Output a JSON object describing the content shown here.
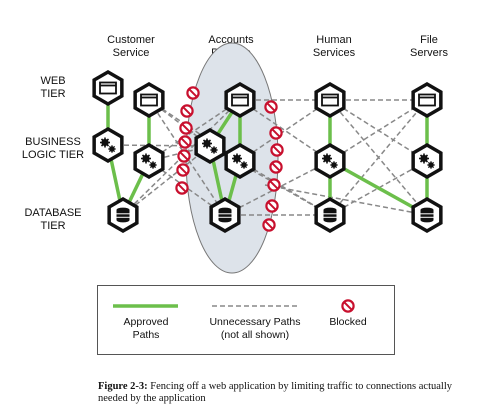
{
  "columns": [
    "Customer\nService",
    "Accounts\nPayable",
    "Human\nServices",
    "File\nServers"
  ],
  "rows": [
    "WEB\nTIER",
    "BUSINESS\nLOGIC TIER",
    "DATABASE\nTIER"
  ],
  "legend": {
    "approved": "Approved\nPaths",
    "unnecessary": "Unnecessary Paths\n(not all shown)",
    "blocked": "Blocked"
  },
  "caption": {
    "label": "Figure 2-3:",
    "text": "Fencing off a web application by limiting traffic to connections actually needed by the application"
  },
  "icons": {
    "web": "browser-window-icon",
    "logic": "gears-icon",
    "db": "database-icon",
    "blocked": "blocked-icon"
  },
  "colors": {
    "approved": "#6cbf4b",
    "unnecessary": "#888888",
    "blocked": "#c8102e",
    "fence": "#dde3ea"
  }
}
